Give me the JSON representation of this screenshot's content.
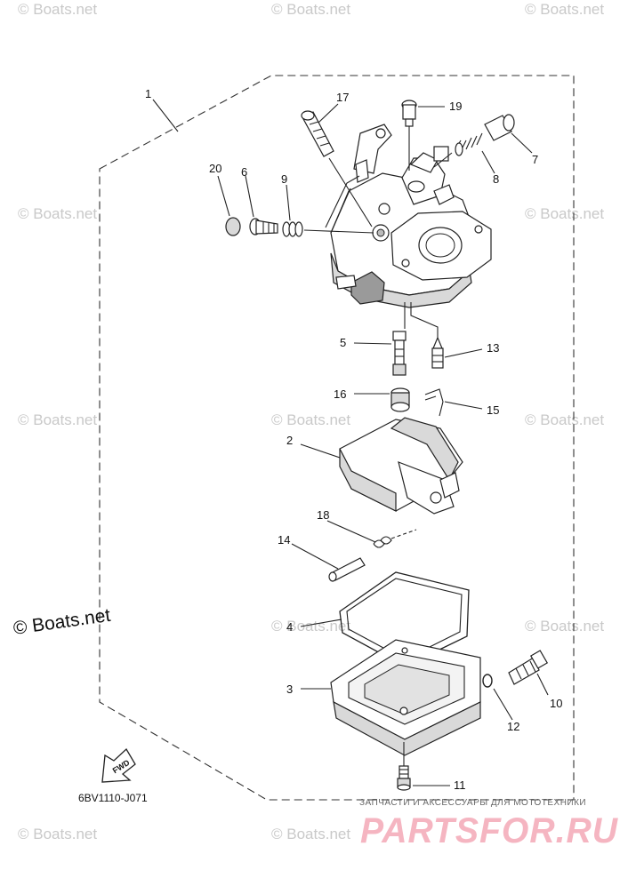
{
  "watermark": "© Boats.net",
  "diagram_code": "6BV1110-J071",
  "fwd_label": "FWD",
  "footer": {
    "tagline": "ЗАПЧАСТИ И АКСЕССУАРЫ ДЛЯ МОТОТЕХНИКИ",
    "brand": "PARTSFOR.RU"
  },
  "callouts": {
    "c1": "1",
    "c2": "2",
    "c3": "3",
    "c4": "4",
    "c5": "5",
    "c6": "6",
    "c7": "7",
    "c8": "8",
    "c9": "9",
    "c10": "10",
    "c11": "11",
    "c12": "12",
    "c13": "13",
    "c14": "14",
    "c15": "15",
    "c16": "16",
    "c17": "17",
    "c18": "18",
    "c19": "19",
    "c20": "20"
  }
}
